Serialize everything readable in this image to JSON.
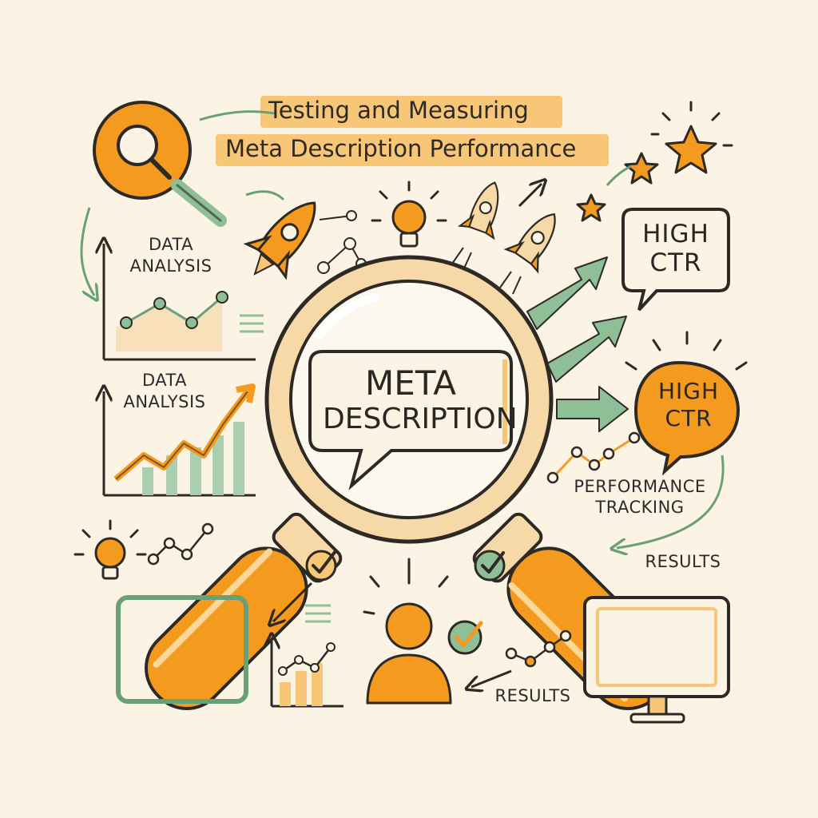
{
  "title": {
    "line1": "Testing and Measuring",
    "line2": "Meta Description Performance"
  },
  "center": {
    "line1": "META",
    "line2": "DESCRIPTION"
  },
  "labels": {
    "data_analysis_top": [
      "DATA",
      "ANALYSIS"
    ],
    "data_analysis_mid": [
      "DATA",
      "ANALYSIS"
    ],
    "high_ctr_top": [
      "HIGH",
      "CTR"
    ],
    "high_ctr_mid": [
      "HIGH",
      "CTR"
    ],
    "performance_tracking": [
      "PERFORMANCE",
      "TRACKING"
    ],
    "results_right": "RESULTS",
    "results_bottom": "RESULTS"
  },
  "colors": {
    "background": "#fbf3e4",
    "orange": "#f49b1f",
    "cream": "#f7d9a8",
    "green": "#8fbf97",
    "ink": "#2d2a26",
    "highlight": "#f7c677"
  },
  "icons": [
    "search-icon",
    "rocket-icon",
    "lightbulb-icon",
    "star-icon",
    "arrow-icon",
    "magnifying-glass-icon",
    "speech-bubble-icon",
    "checkmark-icon",
    "person-icon",
    "monitor-icon",
    "line-chart-icon",
    "bar-chart-icon"
  ]
}
